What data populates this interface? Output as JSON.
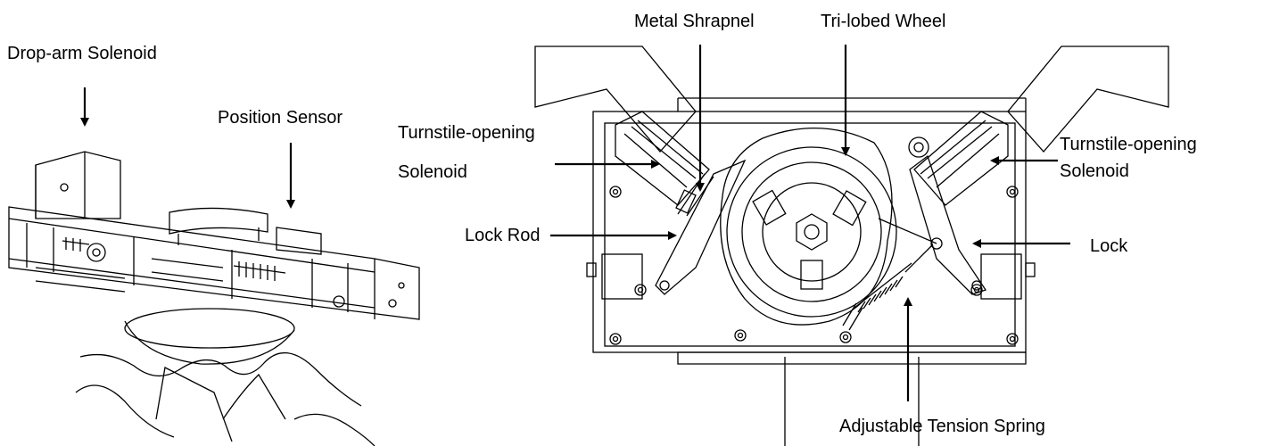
{
  "labels": {
    "drop_arm_solenoid": "Drop-arm Solenoid",
    "position_sensor": "Position Sensor",
    "turnstile_opening_left_line1": "Turnstile-opening",
    "turnstile_opening_left_line2": "Solenoid",
    "metal_shrapnel": "Metal Shrapnel",
    "tri_lobed_wheel": "Tri-lobed Wheel",
    "turnstile_opening_right_line1": "Turnstile-opening",
    "turnstile_opening_right_line2": "Solenoid",
    "lock_rod": "Lock Rod",
    "lock": "Lock",
    "adjustable_tension_spring": "Adjustable Tension Spring"
  },
  "colors": {
    "line": "#000000",
    "background": "#ffffff"
  }
}
